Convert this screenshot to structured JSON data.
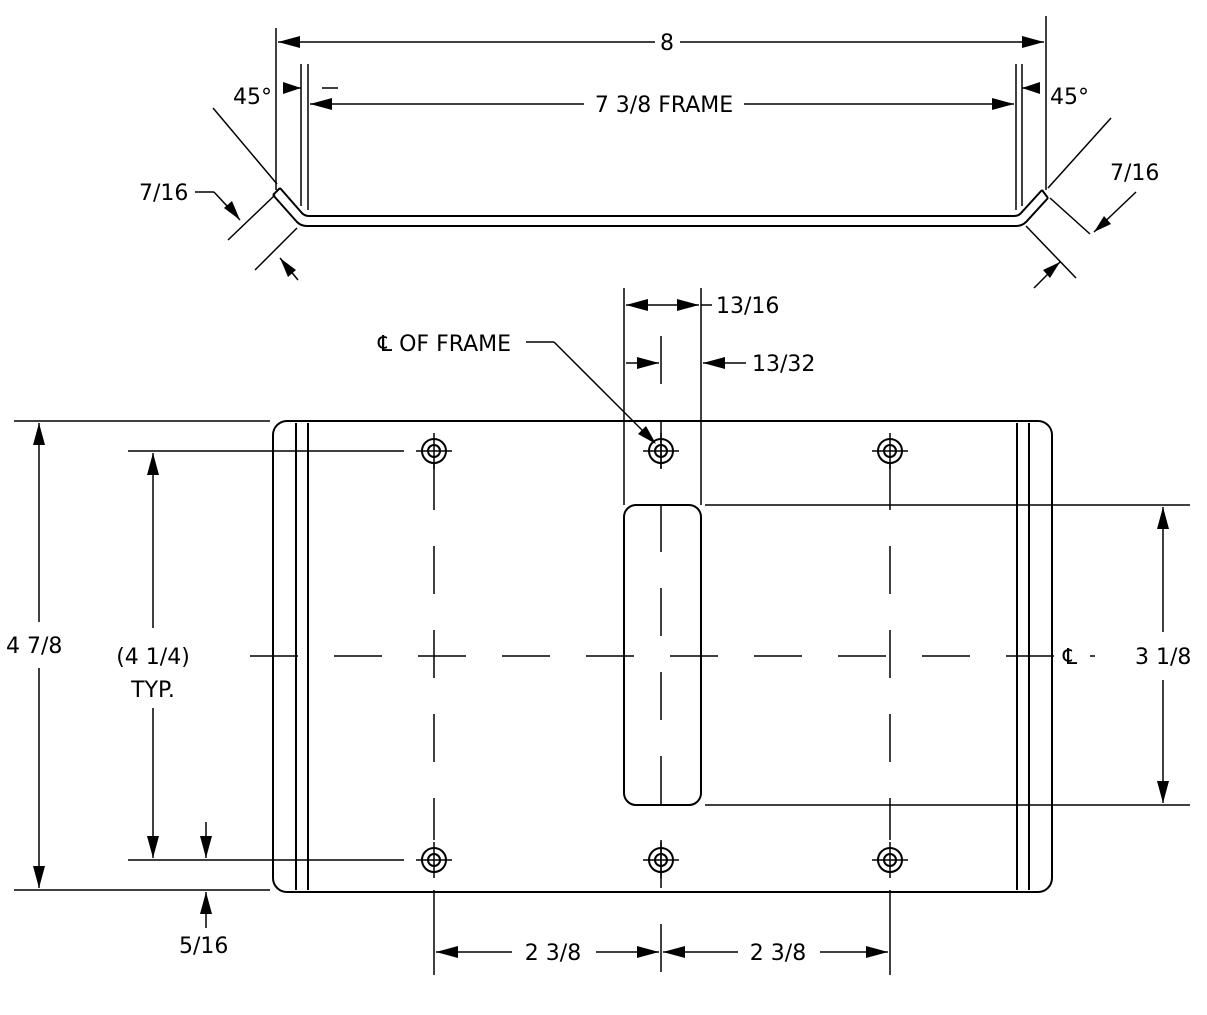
{
  "dimensions": {
    "overall_width": "8",
    "frame_width": "7 3/8 FRAME",
    "angle_left": "45°",
    "angle_right": "45°",
    "flange_left": "7/16",
    "flange_right": "7/16",
    "slot_width": "13/16",
    "slot_offset": "13/32",
    "centerline_of_frame": "℄ OF FRAME",
    "overall_height": "4 7/8",
    "hole_spacing_vertical": "(4 1/4)",
    "hole_spacing_typ": "TYP.",
    "edge_offset": "5/16",
    "slot_length": "3 1/8",
    "centerline_mark": "℄",
    "hole_spacing_left": "2 3/8",
    "hole_spacing_right": "2 3/8"
  }
}
